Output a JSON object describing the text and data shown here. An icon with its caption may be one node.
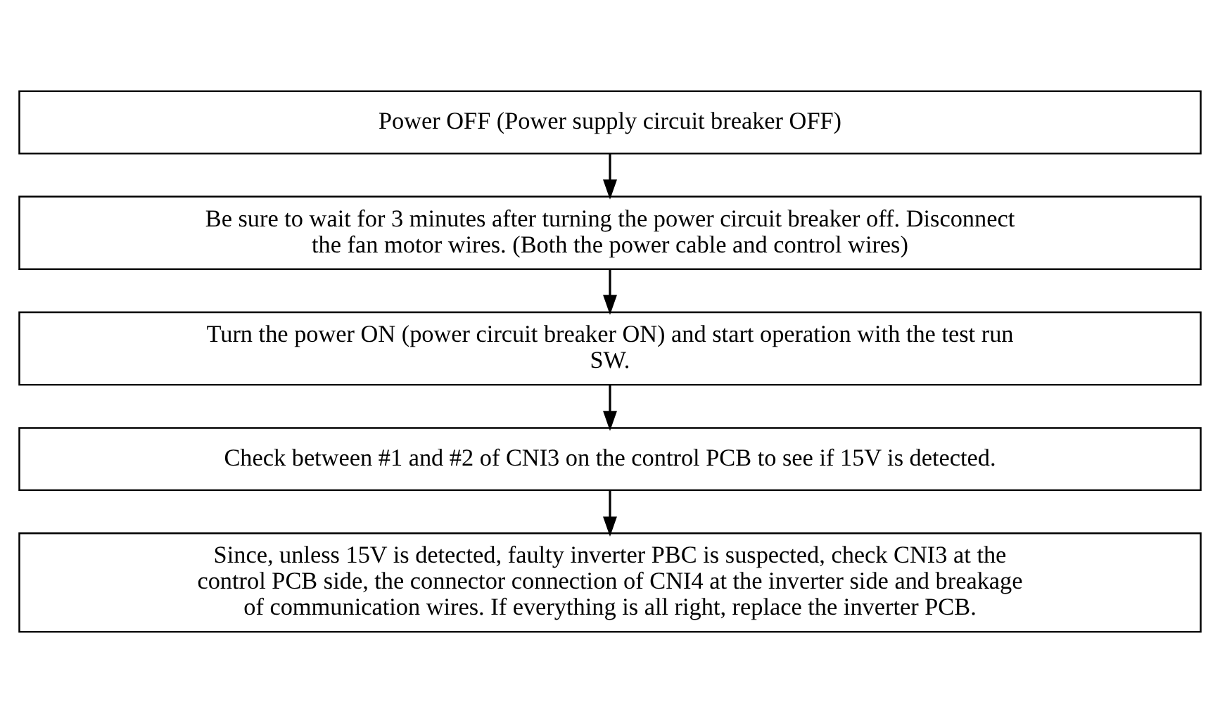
{
  "diagram": {
    "nodes": [
      {
        "text": [
          "Power OFF (Power supply circuit breaker OFF)"
        ]
      },
      {
        "text": [
          "Be sure to wait for 3 minutes after turning the power circuit breaker off. Disconnect the fan motor wires. (Both the power cable and control wires)"
        ]
      },
      {
        "text": [
          "Turn the power ON (power circuit breaker ON) and start operation with the test run SW."
        ]
      },
      {
        "text": [
          "Check between #1 and #2 of CNI3 on the control PCB to see if 15V is detected."
        ]
      },
      {
        "text": [
          "Since, unless 15V is detected, faulty inverter PBC is suspected, check CNI3 at the control PCB side, the connector connection of CNI4 at the inverter side and breakage of communication wires. If everything is all right, replace the inverter PCB."
        ]
      }
    ],
    "edges": [
      {
        "from": 0,
        "to": 1,
        "arrow": "to"
      },
      {
        "from": 1,
        "to": 2,
        "arrow": "to"
      },
      {
        "from": 2,
        "to": 3,
        "arrow": "to"
      },
      {
        "from": 3,
        "to": 4,
        "arrow": "to"
      }
    ]
  }
}
